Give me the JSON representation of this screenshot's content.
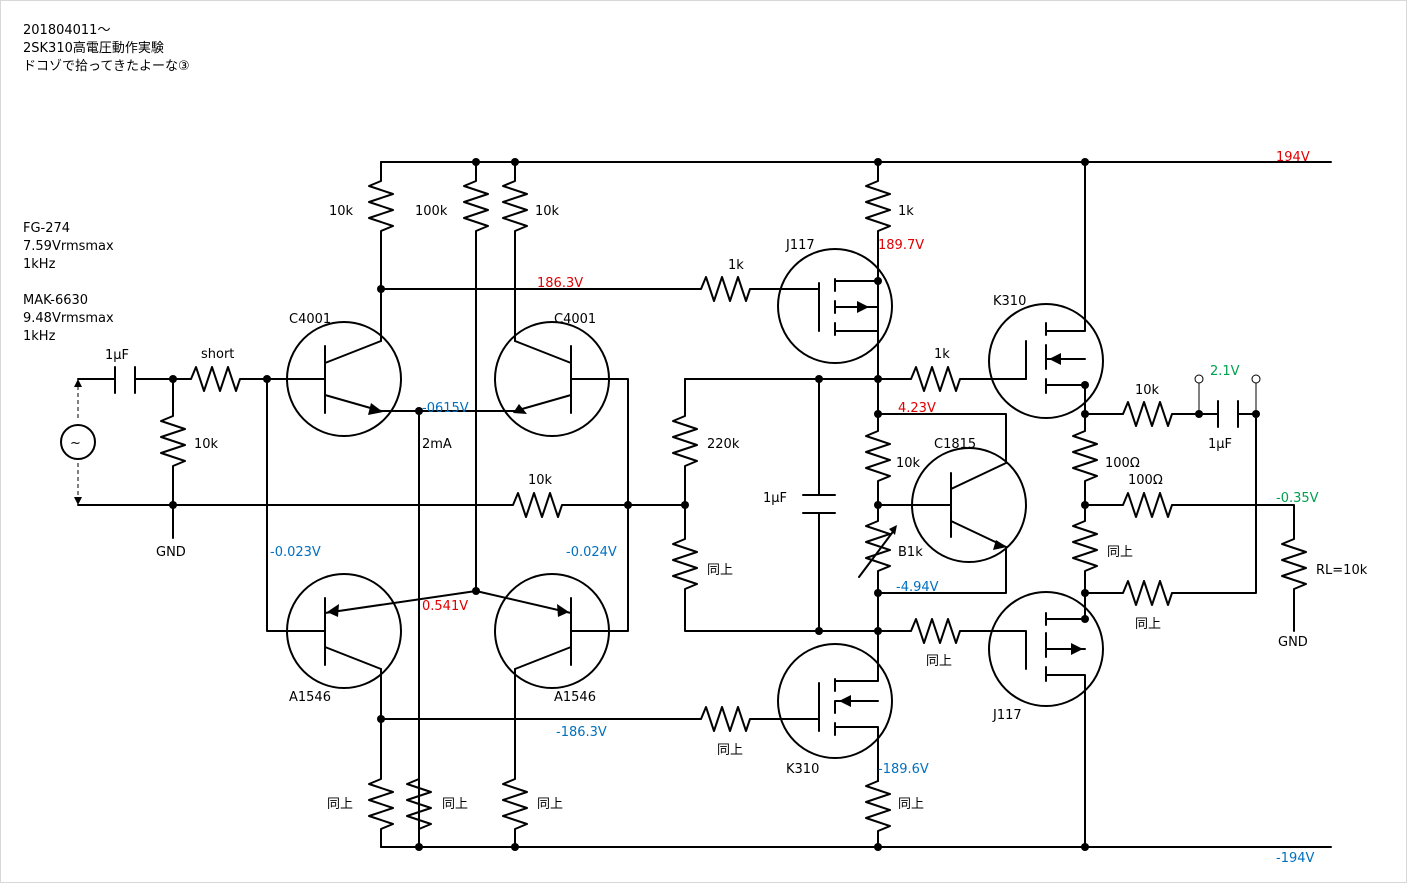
{
  "header": {
    "line1": "201804011～",
    "line2": "2SK310高電圧動作実験",
    "line3": "ドコゾで拾ってきたよーな③"
  },
  "instruments": {
    "fg_name": "FG-274",
    "fg_level": "7.59Vrmsmax",
    "fg_freq": "1kHz",
    "mak_name": "MAK-6630",
    "mak_level": "9.48Vrmsmax",
    "mak_freq": "1kHz"
  },
  "rails": {
    "positive": "194V",
    "negative": "-194V",
    "positive_color": "#e00000",
    "negative_color": "#0070c0"
  },
  "components": {
    "in_cap": "1μF",
    "short": "short",
    "r_in": "10k",
    "gnd_in": "GND",
    "r_top1": "10k",
    "r_top2": "100k",
    "r_top3": "10k",
    "q1": "C4001",
    "q2": "C4001",
    "q3": "A1546",
    "q4": "A1546",
    "r_fb": "10k",
    "r_220k": "220k",
    "r_220k_b": "同上",
    "cap_mid": "1μF",
    "r_1k_j": "1k",
    "j117_top": "J117",
    "r_1k_top": "1k",
    "r_gate_bottom": "同上",
    "k310_bottom": "K310",
    "r_10k_vbe": "10k",
    "vr_b1k": "B1k",
    "c1815": "C1815",
    "k310_out": "K310",
    "r_1k_out": "1k",
    "j117_out": "J117",
    "r_gate_out_b": "同上",
    "r_100_a": "100Ω",
    "r_100_b": "100Ω",
    "r_same_a": "同上",
    "r_same_b": "同上",
    "r_10k_out": "10k",
    "out_cap": "1μF",
    "rl": "RL=10k",
    "gnd_out": "GND",
    "r_bot1": "同上",
    "r_bot2": "同上",
    "r_bot3": "同上",
    "r_bot4": "同上",
    "i_2ma": "2mA"
  },
  "voltages": {
    "v186p": "186.3V",
    "v1897": "189.7V",
    "v0615": "-0615V",
    "v023": "-0.023V",
    "v024": "-0.024V",
    "v0541": "0.541V",
    "v186n": "-186.3V",
    "v1896": "-189.6V",
    "v423": "4.23V",
    "v494": "-4.94V",
    "v21": "2.1V",
    "v035": "-0.35V"
  }
}
